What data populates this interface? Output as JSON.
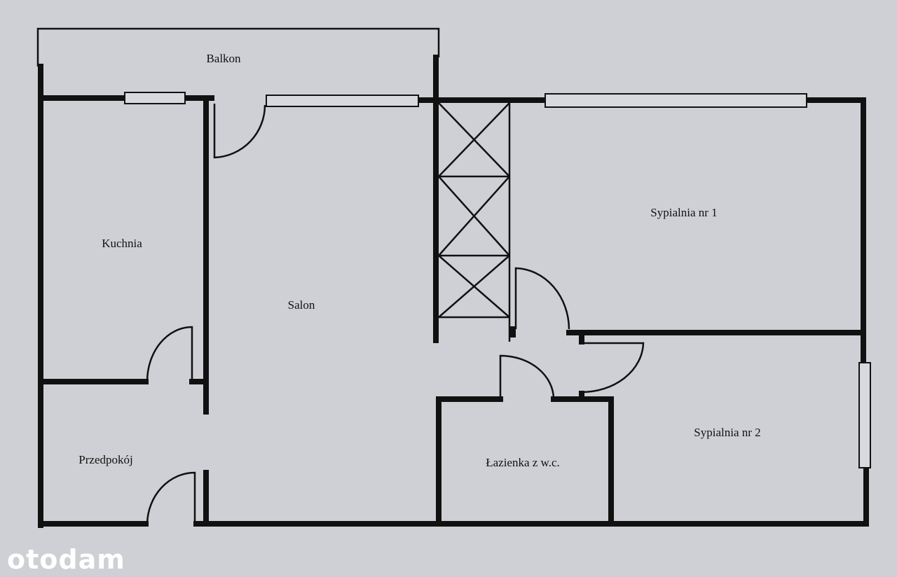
{
  "plan": {
    "rooms": {
      "balkon": "Balkon",
      "kuchnia": "Kuchnia",
      "salon": "Salon",
      "sypialnia1": "Sypialnia nr 1",
      "sypialnia2": "Sypialnia nr 2",
      "przedpokoj": "Przedpokój",
      "lazienka": "Łazienka z w.c."
    }
  },
  "watermark": "otodam"
}
